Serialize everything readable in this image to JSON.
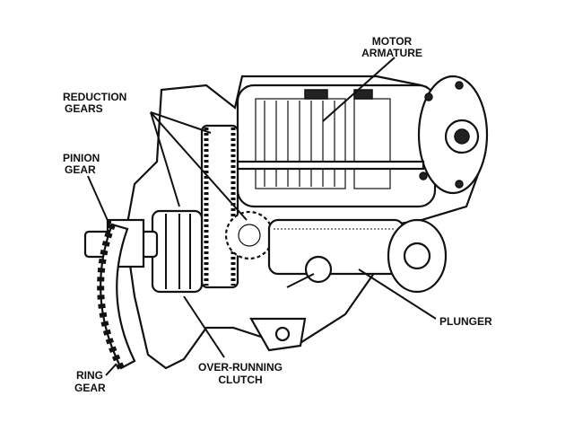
{
  "labels": {
    "motor_armature": [
      "MOTOR",
      "ARMATURE"
    ],
    "reduction_gears": [
      "REDUCTION",
      "GEARS"
    ],
    "pinion_gear": [
      "PINION",
      "GEAR"
    ],
    "plunger": "PLUNGER",
    "ring_gear": [
      "RING",
      "GEAR"
    ],
    "over_running_clutch": [
      "OVER-RUNNING",
      "CLUTCH"
    ]
  }
}
